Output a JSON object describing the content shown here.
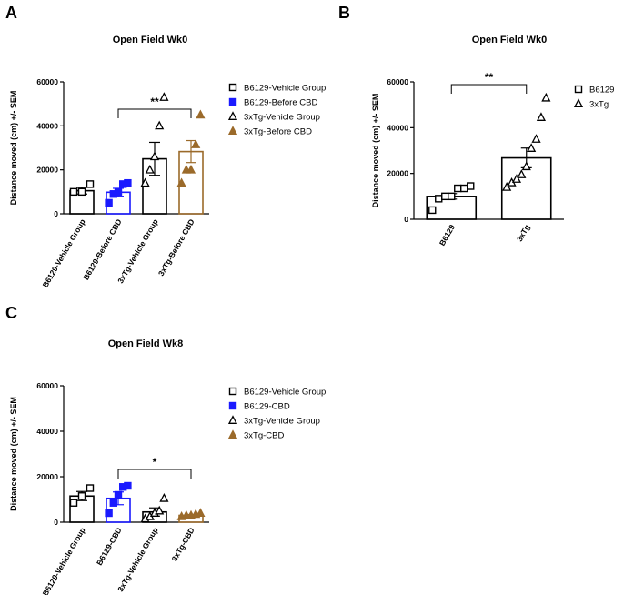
{
  "figure": {
    "panels": [
      "A",
      "B",
      "C"
    ]
  },
  "chart_data": [
    {
      "type": "bar",
      "panel": "A",
      "title": "Open Field Wk0",
      "ylabel": "Distance moved (cm) +/- SEM",
      "xlabel": "",
      "ylim": [
        0,
        60000
      ],
      "yticks": [
        "0",
        "20000",
        "40000",
        "60000"
      ],
      "yticks_values": [
        0,
        20000,
        40000,
        60000
      ],
      "categories": [
        "B6129-Vehicle Group",
        "B6129-Before CBD",
        "3xTg-Vehicle Group",
        "3xTg-Before CBD"
      ],
      "colors": [
        "#000000",
        "#1a1aff",
        "#000000",
        "#9b6a2a"
      ],
      "markers": [
        "square-open",
        "square-filled",
        "triangle-open",
        "triangle-filled"
      ],
      "means": [
        10500,
        9800,
        25000,
        28300
      ],
      "sem": [
        1500,
        1800,
        7500,
        5000
      ],
      "points": [
        [
          10000,
          10000,
          13500
        ],
        [
          5000,
          9000,
          10000,
          13500,
          14000
        ],
        [
          14000,
          20000,
          26000,
          40000,
          53000
        ],
        [
          14000,
          20000,
          20000,
          31500,
          45000
        ]
      ],
      "legend": [
        "B6129-Vehicle Group",
        "B6129-Before CBD",
        "3xTg-Vehicle Group",
        "3xTg-Before CBD"
      ],
      "legend_position": "right",
      "significance": [
        {
          "from": 1,
          "to": 3,
          "label": "**"
        }
      ]
    },
    {
      "type": "bar",
      "panel": "B",
      "title": "Open Field Wk0",
      "ylabel": "Distance moved (cm) +/- SEM",
      "xlabel": "",
      "ylim": [
        0,
        60000
      ],
      "yticks": [
        "0",
        "20000",
        "40000",
        "60000"
      ],
      "yticks_values": [
        0,
        20000,
        40000,
        60000
      ],
      "categories": [
        "B6129",
        "3xTg"
      ],
      "colors": [
        "#000000",
        "#000000"
      ],
      "markers": [
        "square-open",
        "triangle-open"
      ],
      "means": [
        10000,
        26800
      ],
      "sem": [
        1200,
        4300
      ],
      "points": [
        [
          4000,
          9000,
          10000,
          10000,
          13500,
          13500,
          14500
        ],
        [
          14000,
          16000,
          17500,
          19500,
          23000,
          31000,
          35000,
          44500,
          53000
        ]
      ],
      "legend": [
        "B6129",
        "3xTg"
      ],
      "legend_position": "right",
      "significance": [
        {
          "from": 0,
          "to": 1,
          "label": "**"
        }
      ]
    },
    {
      "type": "bar",
      "panel": "C",
      "title": "Open Field Wk8",
      "ylabel": "Distance moved (cm) +/- SEM",
      "xlabel": "",
      "ylim": [
        0,
        60000
      ],
      "yticks": [
        "0",
        "20000",
        "40000",
        "60000"
      ],
      "yticks_values": [
        0,
        20000,
        40000,
        60000
      ],
      "categories": [
        "B6129-Vehicle Group",
        "B6129-CBD",
        "3xTg-Vehicle Group",
        "3xTg-CBD"
      ],
      "colors": [
        "#000000",
        "#1a1aff",
        "#000000",
        "#9b6a2a"
      ],
      "markers": [
        "square-open",
        "square-filled",
        "triangle-open",
        "triangle-filled"
      ],
      "means": [
        11500,
        10500,
        4500,
        3000
      ],
      "sem": [
        2000,
        2800,
        1800,
        400
      ],
      "points": [
        [
          8500,
          11500,
          15000
        ],
        [
          4000,
          8500,
          12000,
          15500,
          16000
        ],
        [
          1500,
          2500,
          4000,
          5000,
          10500
        ],
        [
          2500,
          3000,
          3000,
          3500,
          4000
        ]
      ],
      "legend": [
        "B6129-Vehicle Group",
        "B6129-CBD",
        "3xTg-Vehicle Group",
        "3xTg-CBD"
      ],
      "legend_position": "right",
      "significance": [
        {
          "from": 1,
          "to": 3,
          "label": "*"
        }
      ]
    }
  ]
}
